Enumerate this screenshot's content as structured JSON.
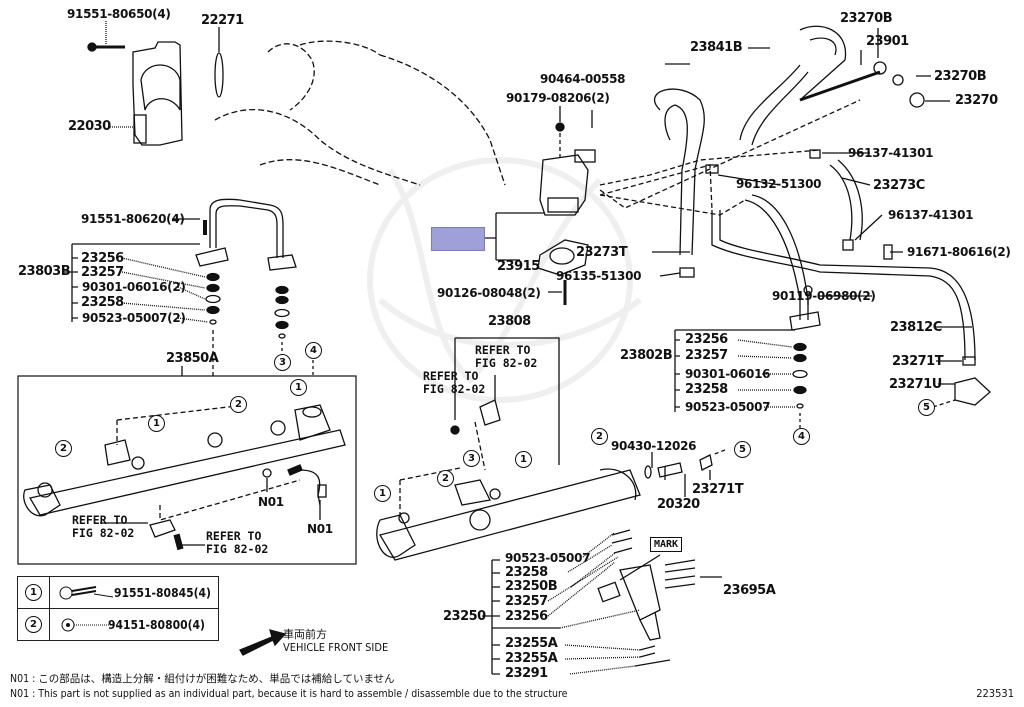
{
  "diagram": {
    "figure_number": "223531",
    "highlighted_part": "",
    "labels": {
      "p91551_80650": "91551-80650(4)",
      "p22271": "22271",
      "p22030": "22030",
      "p90464_00558": "90464-00558",
      "p90179_08206": "90179-08206(2)",
      "p23841B": "23841B",
      "p23270B_top": "23270B",
      "p23901": "23901",
      "p23270B_mid": "23270B",
      "p23270": "23270",
      "p96137_41301_top": "96137-41301",
      "p96132_51300": "96132-51300",
      "p23273C": "23273C",
      "p96137_41301_mid": "96137-41301",
      "p91671_80616": "91671-80616(2)",
      "p23273T": "23273T",
      "p96135_51300": "96135-51300",
      "p23915": "23915",
      "p90126_08048": "90126-08048(2)",
      "p90119_06980": "90119-06980(2)",
      "p23812C": "23812C",
      "p23271T_right": "23271T",
      "p23271U": "23271U",
      "p91551_80620": "91551-80620(4)",
      "p23803B": "23803B",
      "l_23256": "23256",
      "l_23257": "23257",
      "l_90301": "90301-06016(2)",
      "l_23258": "23258",
      "l_90523": "90523-05007(2)",
      "p23850A": "23850A",
      "p23808": "23808",
      "p23802B": "23802B",
      "r_23256": "23256",
      "r_23257": "23257",
      "r_90301": "90301-06016",
      "r_23258": "23258",
      "r_90523": "90523-05007",
      "p90430_12026": "90430-12026",
      "p20320": "20320",
      "p23271T_low": "23271T",
      "p23250": "23250",
      "i_90523": "90523-05007",
      "i_23258": "23258",
      "i_23250B": "23250B",
      "i_23257": "23257",
      "i_23256": "23256",
      "i_23255A_1": "23255A",
      "i_23255A_2": "23255A",
      "i_23291": "23291",
      "p23695A": "23695A",
      "mark": "MARK",
      "n01_a": "N01",
      "n01_b": "N01"
    },
    "refer_to": "REFER TO",
    "fig_ref": "FIG 82-02",
    "callouts": [
      "1",
      "2",
      "3",
      "4",
      "5"
    ],
    "legend": [
      {
        "num": "1",
        "part": "91551-80845(4)"
      },
      {
        "num": "2",
        "part": "94151-80800(4)"
      }
    ],
    "front_side_jp": "車両前方",
    "front_side_en": "VEHICLE FRONT SIDE",
    "note_jp": "N01 : この部品は、構造上分解・組付けが困難なため、単品では補給していません",
    "note_en": "N01 : This part is not supplied as an individual part, because it is hard to assemble / disassemble due to the structure"
  }
}
